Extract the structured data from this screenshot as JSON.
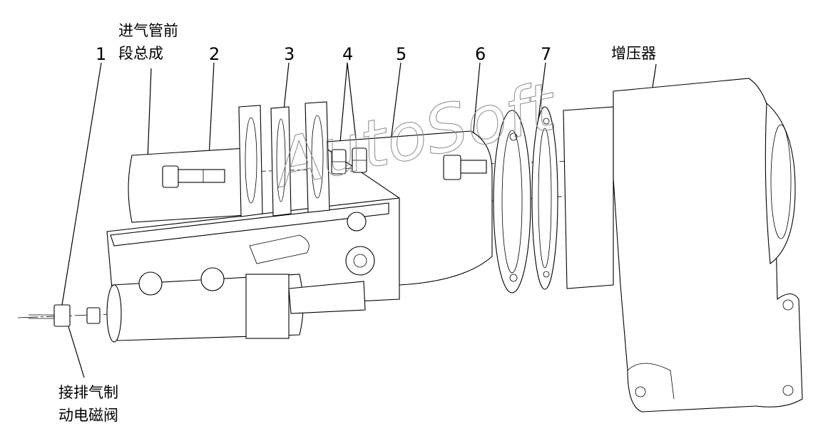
{
  "callouts": {
    "n1": "1",
    "n2": "2",
    "n3": "3",
    "n4": "4",
    "n5": "5",
    "n6": "6",
    "n7": "7"
  },
  "labels": {
    "intake_line1": "进气管前",
    "intake_line2": "段总成",
    "turbo": "增压器",
    "exhaust_line1": "接排气制",
    "exhaust_line2": "动电磁阀"
  },
  "watermark": "AutoSoft"
}
